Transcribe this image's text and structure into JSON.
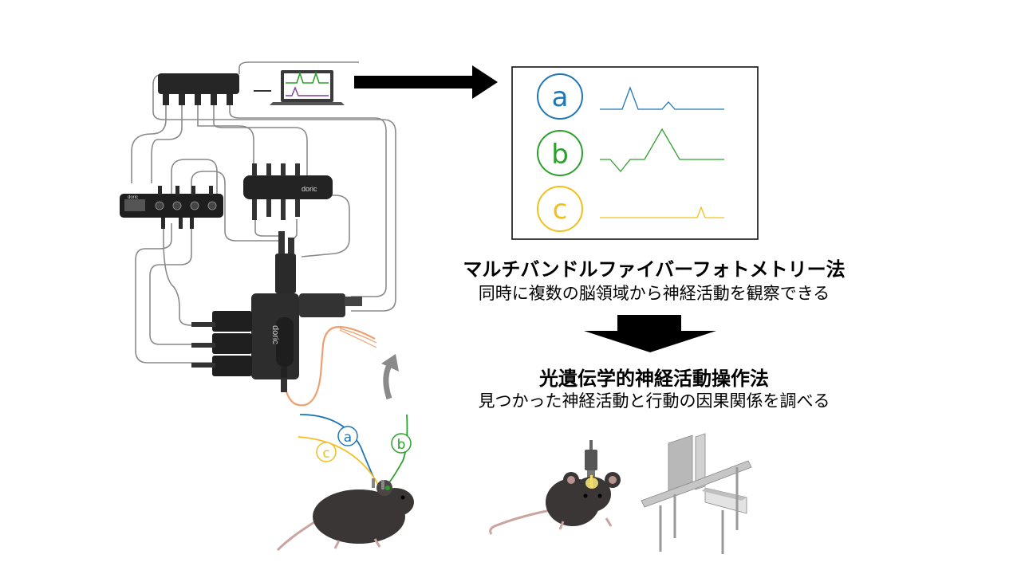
{
  "colors": {
    "a": "#1f77b4",
    "b": "#2ca02c",
    "c": "#f2c01e",
    "device": "#2b2b2b",
    "fiber_orange": "#f0a070",
    "mouse": "#3a3636"
  },
  "device_labels": {
    "brand1": "doric",
    "brand2": "doric",
    "brand3": "doric"
  },
  "traces": [
    {
      "letter": "a",
      "color_key": "a"
    },
    {
      "letter": "b",
      "color_key": "b"
    },
    {
      "letter": "c",
      "color_key": "c"
    }
  ],
  "mouse_labels": {
    "a": "a",
    "b": "b",
    "c": "c"
  },
  "method1": {
    "title": "マルチバンドルファイバーフォトメトリー法",
    "subtitle": "同時に複数の脳領域から神経活動を観察できる"
  },
  "method2": {
    "title": "光遺伝学的神経活動操作法",
    "subtitle": "見つかった神経活動と行動の因果関係を調べる"
  }
}
